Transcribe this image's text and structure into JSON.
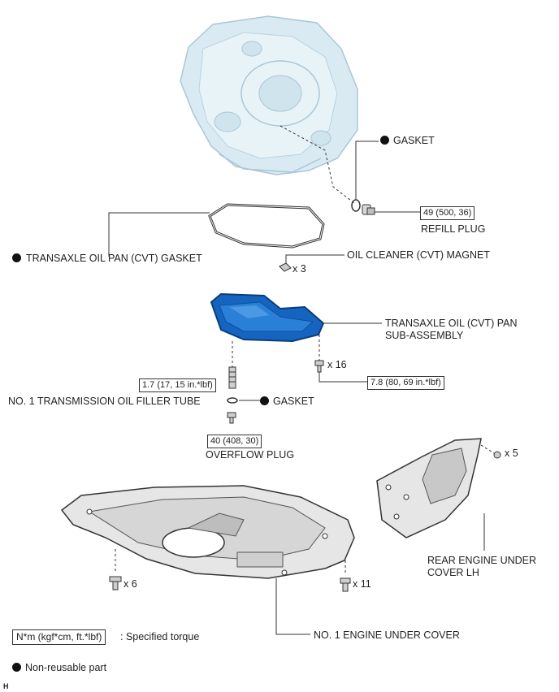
{
  "labels": {
    "gasket_top": "GASKET",
    "refill_plug": "REFILL PLUG",
    "pan_gasket": "TRANSAXLE OIL PAN (CVT) GASKET",
    "magnet": "OIL CLEANER (CVT) MAGNET",
    "pan_line1": "TRANSAXLE OIL (CVT) PAN",
    "pan_line2": "SUB-ASSEMBLY",
    "filler_tube": "NO. 1 TRANSMISSION OIL FILLER TUBE",
    "gasket_mid": "GASKET",
    "overflow_plug": "OVERFLOW PLUG",
    "rear_cover_line1": "REAR ENGINE UNDER",
    "rear_cover_line2": "COVER LH",
    "engine_cover": "NO. 1 ENGINE UNDER COVER"
  },
  "torques": {
    "refill": "49 (500, 36)",
    "filler": "1.7 (17, 15 in.*lbf)",
    "pan_bolt": "7.8 (80, 69 in.*lbf)",
    "overflow": "40 (408, 30)"
  },
  "quantities": {
    "magnet": "x 3",
    "pan_bolts": "x 16",
    "rear_clips": "x 5",
    "cover_left": "x 6",
    "cover_right": "x 11"
  },
  "legend": {
    "torque_box": "N*m (kgf*cm, ft.*lbf)",
    "torque_text": ": Specified torque",
    "nonreusable_text": "Non-reusable part"
  },
  "footer_code": "H",
  "colors": {
    "transaxle": "#d9eaf2",
    "pan": "#1565c0",
    "cover": "#e6e6e6",
    "line": "#333333"
  }
}
